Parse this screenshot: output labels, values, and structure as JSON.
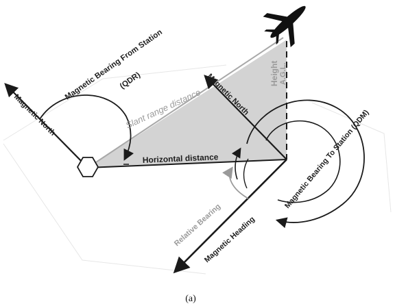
{
  "diagram": {
    "labels": {
      "magnetic_north_station": "Magnetic North",
      "qdr": "Magnetic Bearing From Station",
      "qdr_abbrev": "(QDR)",
      "slant_range": "Slant range distance",
      "magnetic_north_aircraft": "Magnetic North",
      "height": "Height",
      "agl": "A.G.L.",
      "horizontal": "Horizontal distance",
      "qdm": "Magnetic Bearing To Station (QDM)",
      "relative_bearing": "Relative Bearing",
      "magnetic_heading": "Magnetic Heading"
    },
    "caption": "(a)",
    "icons": [
      "aircraft-icon",
      "station-hexagon-icon"
    ],
    "colors": {
      "triangle_fill": "#d3d3d3",
      "line": "#1a1a1a",
      "grey_line": "#9a9a9a",
      "ghost_line": "#e4e4e4"
    }
  }
}
